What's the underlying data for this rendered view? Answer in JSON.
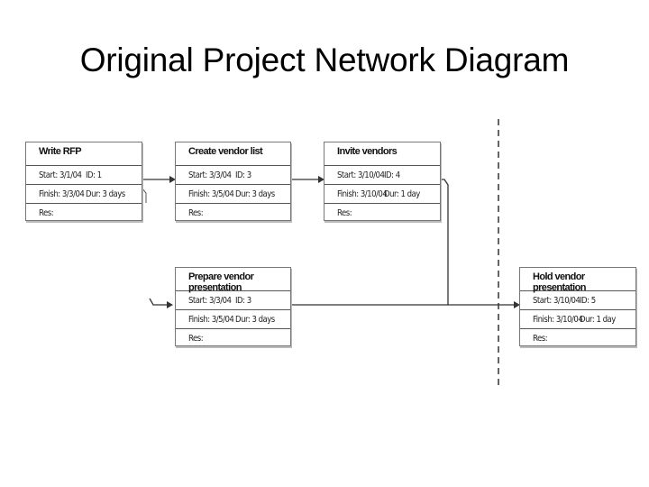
{
  "title": "Original Project Network Diagram",
  "nodes": [
    {
      "name": "Write RFP",
      "start": "Start: 3/1/04",
      "id": "ID: 1",
      "finish": "Finish: 3/3/04",
      "dur": "Dur: 3 days",
      "res": "Res:"
    },
    {
      "name": "Create vendor list",
      "start": "Start: 3/3/04",
      "id": "ID: 3",
      "finish": "Finish: 3/5/04",
      "dur": "Dur: 3 days",
      "res": "Res:"
    },
    {
      "name": "Invite vendors",
      "start": "Start: 3/10/04",
      "id": "ID: 4",
      "finish": "Finish: 3/10/04",
      "dur": "Dur: 1 day",
      "res": "Res:"
    },
    {
      "name": "Prepare vendor presentation",
      "start": "Start: 3/3/04",
      "id": "ID: 3",
      "finish": "Finish: 3/5/04",
      "dur": "Dur: 3 days",
      "res": "Res:"
    },
    {
      "name": "Hold vendor presentation",
      "start": "Start: 3/10/04",
      "id": "ID: 5",
      "finish": "Finish: 3/10/04",
      "dur": "Dur: 1 day",
      "res": "Res:"
    }
  ]
}
